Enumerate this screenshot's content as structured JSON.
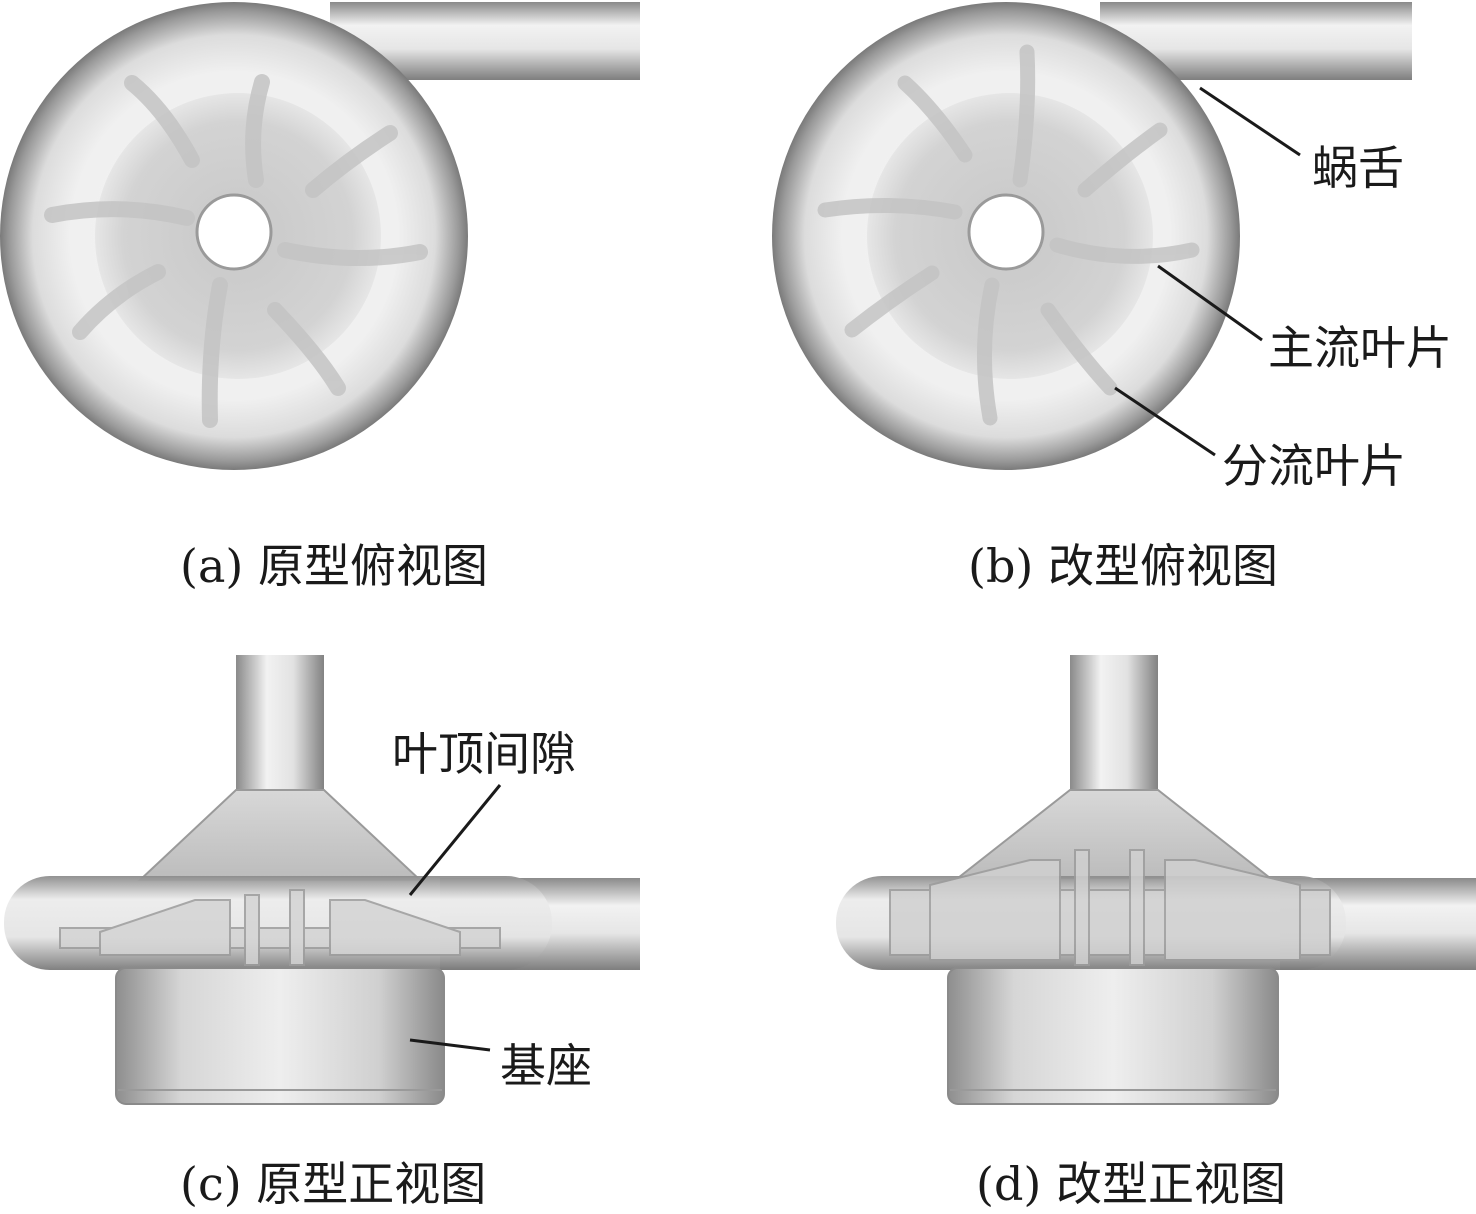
{
  "panels": {
    "a": {
      "caption": "(a) 原型俯视图"
    },
    "b": {
      "caption": "(b) 改型俯视图"
    },
    "c": {
      "caption": "(c) 原型正视图"
    },
    "d": {
      "caption": "(d) 改型正视图"
    }
  },
  "annotations": {
    "volute_tongue": "蜗舌",
    "main_blade": "主流叶片",
    "splitter_blade": "分流叶片",
    "tip_clearance": "叶顶间隙",
    "base": "基座"
  }
}
